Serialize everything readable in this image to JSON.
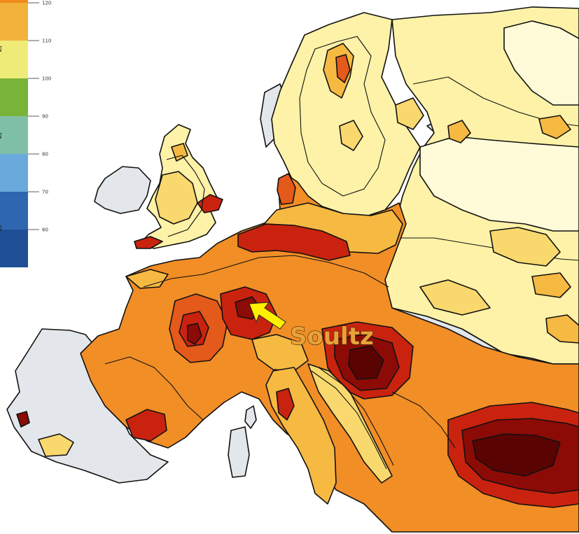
{
  "legend": {
    "ticks": [
      "120",
      "110",
      "100",
      "90",
      "80",
      "70",
      "60"
    ],
    "colors": {
      "c125": "#ef8a1c",
      "c115": "#f2b23c",
      "c105": "#eeeb79",
      "c95": "#79b33a",
      "c85": "#7fbfa8",
      "c75": "#6aa9dc",
      "c65": "#2f66b0",
      "c55": "#1f4f96"
    },
    "parallel_labels": [
      "°N",
      "°N",
      "°N"
    ]
  },
  "map": {
    "palette": {
      "sea": "#ffffff",
      "no_data": "#e3e6ea",
      "level_1": "#fffbd8",
      "level_2": "#fdf2a7",
      "level_3": "#f9d86e",
      "level_4": "#f6b942",
      "level_5": "#f28e26",
      "level_6": "#e45a1a",
      "level_7": "#c9230f",
      "level_8": "#8c0b06",
      "level_9": "#5a0303"
    },
    "marker": {
      "label": "Soultz",
      "arrow_color": "#fff000",
      "text_color": "#e9a23a",
      "icon": "arrow-icon"
    }
  }
}
